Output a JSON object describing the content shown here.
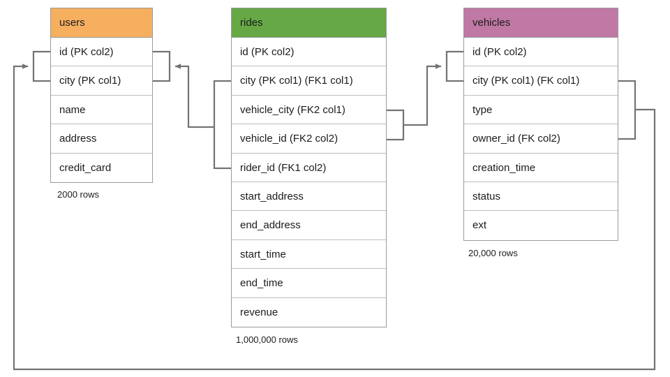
{
  "diagram": {
    "title": "database-schema-er-diagram",
    "background": "#ffffff",
    "line_color": "#737373"
  },
  "tables": [
    {
      "id": "users",
      "name": "users",
      "header_color": "#f5af5f",
      "row_count_label": "2000 rows",
      "columns": [
        {
          "label": "id (PK col2)"
        },
        {
          "label": "city (PK col1)"
        },
        {
          "label": "name"
        },
        {
          "label": "address"
        },
        {
          "label": "credit_card"
        }
      ]
    },
    {
      "id": "rides",
      "name": "rides",
      "header_color": "#66a845",
      "row_count_label": "1,000,000 rows",
      "columns": [
        {
          "label": "id (PK col2)"
        },
        {
          "label": "city (PK col1) (FK1 col1)"
        },
        {
          "label": "vehicle_city (FK2 col1)"
        },
        {
          "label": "vehicle_id (FK2 col2)"
        },
        {
          "label": "rider_id (FK1 col2)"
        },
        {
          "label": "start_address"
        },
        {
          "label": "end_address"
        },
        {
          "label": "start_time"
        },
        {
          "label": "end_time"
        },
        {
          "label": "revenue"
        }
      ]
    },
    {
      "id": "vehicles",
      "name": "vehicles",
      "header_color": "#c078a4",
      "row_count_label": "20,000 rows",
      "columns": [
        {
          "label": "id (PK col2)"
        },
        {
          "label": "city (PK col1) (FK col1)"
        },
        {
          "label": "type"
        },
        {
          "label": "owner_id (FK col2)"
        },
        {
          "label": "creation_time"
        },
        {
          "label": "status"
        },
        {
          "label": "ext"
        }
      ]
    }
  ],
  "relationships": [
    {
      "id": "rides-fk1-users",
      "from_table": "rides",
      "from_columns": [
        "city (PK col1) (FK1 col1)",
        "rider_id (FK1 col2)"
      ],
      "to_table": "users",
      "to_columns": [
        "id (PK col2)",
        "city (PK col1)"
      ],
      "arrow": "to-users"
    },
    {
      "id": "rides-fk2-vehicles",
      "from_table": "rides",
      "from_columns": [
        "vehicle_city (FK2 col1)",
        "vehicle_id (FK2 col2)"
      ],
      "to_table": "vehicles",
      "to_columns": [
        "id (PK col2)",
        "city (PK col1) (FK col1)"
      ],
      "arrow": "to-vehicles"
    },
    {
      "id": "vehicles-fk-users",
      "from_table": "vehicles",
      "from_columns": [
        "city (PK col1) (FK col1)",
        "owner_id (FK col2)"
      ],
      "to_table": "users",
      "to_columns": [
        "id (PK col2)",
        "city (PK col1)"
      ],
      "arrow": "to-users"
    }
  ]
}
